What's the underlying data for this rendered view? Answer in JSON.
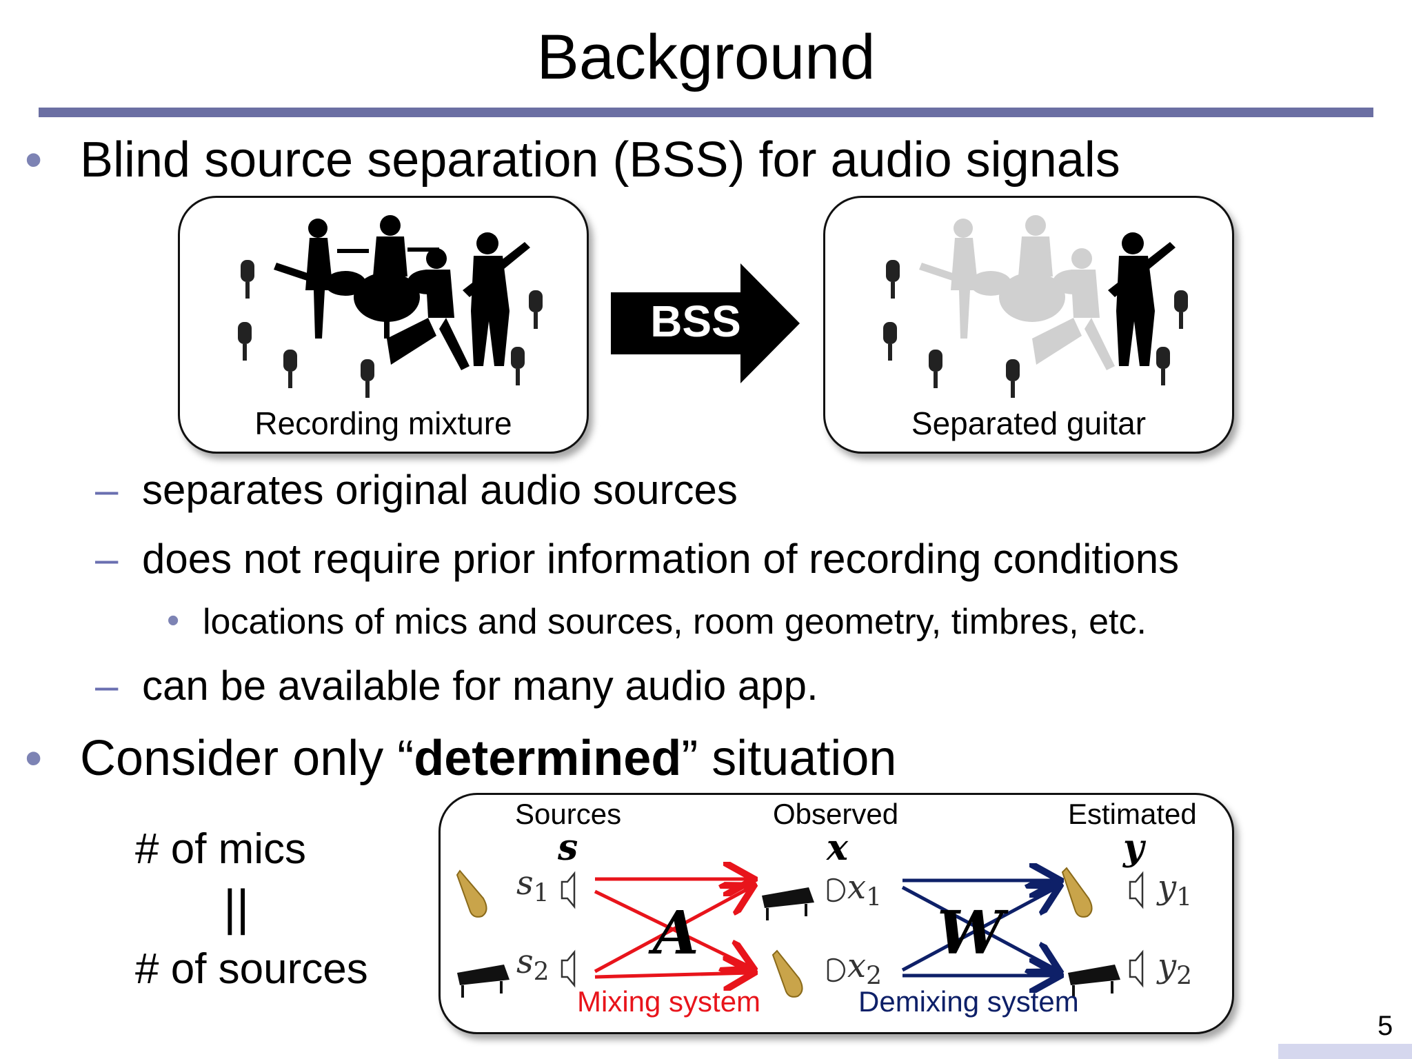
{
  "slide": {
    "title": "Background",
    "page_number": "5"
  },
  "bullets": {
    "bss": "Blind source separation (BSS) for audio signals",
    "sub1": "separates original audio sources",
    "sub2": "does not require prior information of recording conditions",
    "sub2_detail": "locations of mics and sources, room geometry, timbres, etc.",
    "sub3": "can be available for many audio app.",
    "det_prefix": "Consider only “",
    "det_bold": "determined",
    "det_suffix": "” situation"
  },
  "figure1": {
    "left_caption": "Recording mixture",
    "arrow_label": "BSS",
    "right_caption": "Separated guitar"
  },
  "condition": {
    "top": "# of mics",
    "equals": "||",
    "bottom": "# of sources"
  },
  "figure2": {
    "sources_label": "Sources",
    "observed_label": "Observed",
    "estimated_label": "Estimated",
    "s_vec": "s",
    "x_vec": "x",
    "y_vec": "y",
    "s1": "s",
    "s1_sub": "1",
    "s2": "s",
    "s2_sub": "2",
    "x1": "x",
    "x1_sub": "1",
    "x2": "x",
    "x2_sub": "2",
    "y1": "y",
    "y1_sub": "1",
    "y2": "y",
    "y2_sub": "2",
    "mixing_matrix": "A",
    "demixing_matrix": "W",
    "mixing_label": "Mixing system",
    "demixing_label": "Demixing system"
  },
  "colors": {
    "title_rule": "#6b6fa3",
    "bullet": "#7d83b4",
    "dash": "#6a6fb0",
    "mixing": "#e8141b",
    "demixing": "#0e2068"
  }
}
